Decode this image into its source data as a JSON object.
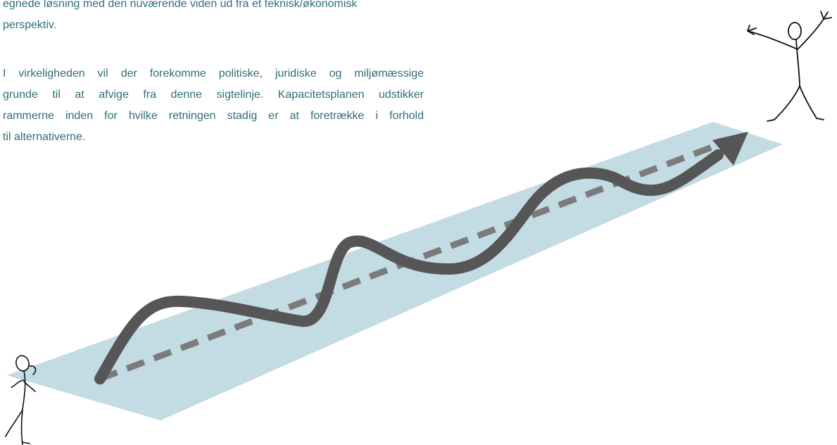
{
  "paragraphs": [
    {
      "lines": [
        "egnede løsning med den nuværende viden ud fra et teknisk/økonomisk",
        "perspektiv."
      ]
    },
    {
      "lines": [
        "I virkeligheden vil der forekomme politiske, juridiske og miljømæssige",
        "grunde til at afvige fra denne sigtelinje. Kapacitetsplanen udstikker",
        "rammerne inden for hvilke retningen stadig er at foretrække i forhold",
        "til alternativerne."
      ]
    }
  ],
  "colors": {
    "text": "#2f6e78",
    "corridor": "#c3dbe2",
    "path": "#565656",
    "sightline": "#7b7b7b",
    "figure_stroke": "#111111"
  },
  "icons": {
    "walker": "walking-stick-figure-icon",
    "goal": "cheering-stick-figure-icon",
    "path_arrow": "wavy-arrow-icon",
    "sightline": "dashed-sightline-icon"
  }
}
